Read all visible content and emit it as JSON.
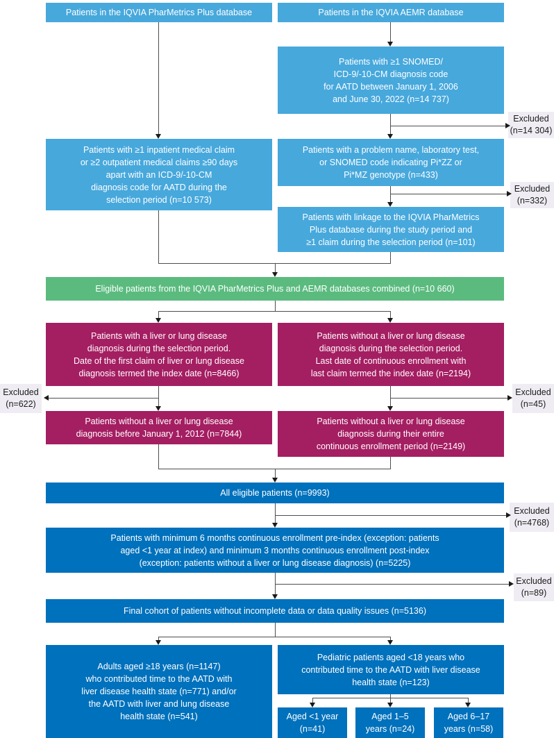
{
  "figure": {
    "description": "Patient selection and attrition flowchart for AATD study using IQVIA PharMetrics Plus and AEMR databases",
    "colors": {
      "light_blue": "#47A8DC",
      "green": "#5BBB7F",
      "magenta": "#A41E62",
      "dark_blue": "#0071BC",
      "excluded_background": "#EFEDF3",
      "box_text": "#FFFFFF",
      "line": "#4d4d4d"
    }
  },
  "boxes": {
    "pharmetrics": "Patients in the IQVIA PharMetrics Plus database",
    "aemr": "Patients in the IQVIA AEMR database",
    "snomed": "Patients with ≥1 SNOMED/\nICD-9/-10-CM diagnosis code\nfor AATD between January 1, 2006\nand June 30, 2022 (n=14 737)",
    "inpatient": "Patients with ≥1 inpatient medical claim\nor ≥2 outpatient medical claims ≥90 days\napart with an ICD-9/-10-CM\ndiagnosis code for AATD during the\nselection period (n=10 573)",
    "genotype": "Patients with a problem name, laboratory test,\nor SNOMED code indicating Pi*ZZ or\nPi*MZ genotype (n=433)",
    "linkage": "Patients with linkage to the IQVIA PharMetrics\nPlus database during the study period and\n≥1 claim during the selection period (n=101)",
    "eligible_combined": "Eligible patients from the IQVIA PharMetrics Plus and AEMR databases combined (n=10 660)",
    "with_dx": "Patients with a liver or lung disease\ndiagnosis during the selection period.\nDate of the first claim of liver or lung disease\ndiagnosis termed the index date (n=8466)",
    "without_dx": "Patients without a liver or lung disease\ndiagnosis during the selection period.\nLast date of continuous enrollment with\nlast claim termed the index date (n=2194)",
    "no_dx_2012": "Patients without a liver or lung disease\ndiagnosis before January 1, 2012 (n=7844)",
    "no_dx_enrollment": "Patients without a liver or lung disease\ndiagnosis during their entire\ncontinuous enrollment period (n=2149)",
    "all_eligible": "All eligible patients (n=9993)",
    "min_enrollment": "Patients with minimum 6 months continuous enrollment pre-index (exception: patients\naged <1 year at index) and minimum 3 months continuous enrollment post-index\n(exception: patients without a liver or lung disease diagnosis) (n=5225)",
    "final_cohort": "Final cohort of patients without incomplete data or data quality issues (n=5136)",
    "adults": "Adults aged ≥18 years (n=1147)\nwho contributed time to the AATD with\nliver disease health state (n=771) and/or\nthe AATD with liver and lung disease\nhealth state (n=541)",
    "pediatric": "Pediatric patients aged <18 years who\ncontributed time to the AATD with liver disease\nhealth state (n=123)",
    "aged_lt1": "Aged <1 year\n(n=41)",
    "aged_1_5": "Aged 1–5\nyears (n=24)",
    "aged_6_17": "Aged 6–17\nyears (n=58)"
  },
  "excluded": {
    "e14304": "Excluded\n(n=14 304)",
    "e332": "Excluded\n(n=332)",
    "e622": "Excluded\n(n=622)",
    "e45": "Excluded\n(n=45)",
    "e4768": "Excluded\n(n=4768)",
    "e89": "Excluded\n(n=89)"
  }
}
